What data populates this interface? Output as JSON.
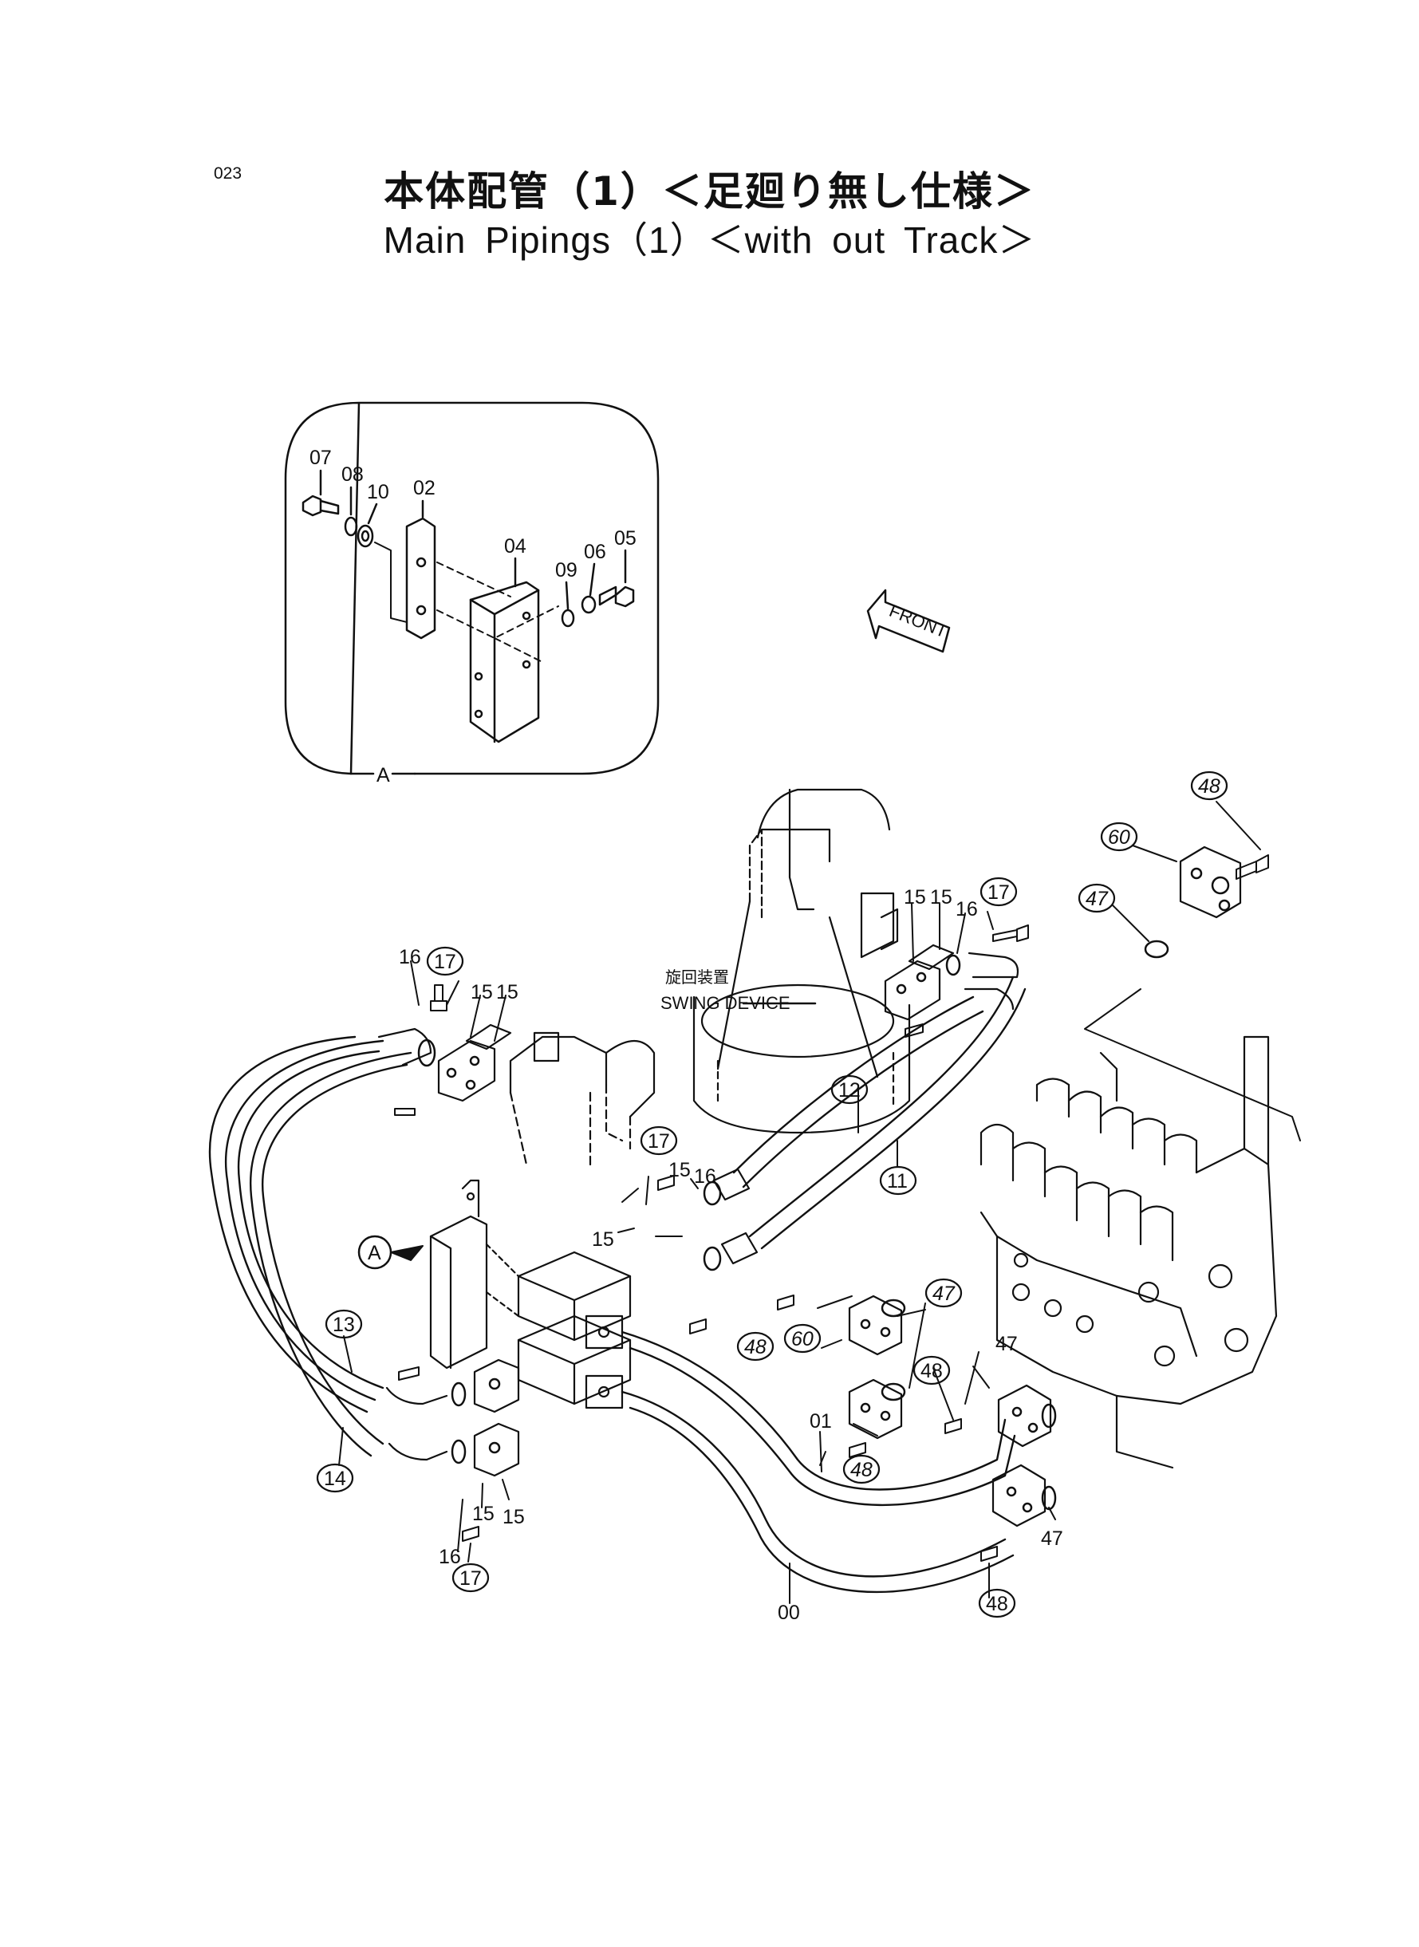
{
  "page_number": "023",
  "title_jp": "本体配管（1）＜足廻り無し仕様＞",
  "title_en": "Main Pipings（1）＜with out Track＞",
  "detail_view": {
    "name": "A",
    "labels": [
      "07",
      "08",
      "10",
      "02",
      "04",
      "09",
      "06",
      "05"
    ]
  },
  "front_label": "FRONT",
  "swing_device_jp": "旋回装置",
  "swing_device_en": "SWING DEVICE",
  "callout_A": "A",
  "parts": {
    "p00": "00",
    "p01": "01",
    "p11": "11",
    "p12": "12",
    "p13": "13",
    "p14": "14",
    "p15": "15",
    "p16": "16",
    "p17": "17",
    "p47": "47",
    "p48": "48",
    "p60": "60"
  },
  "colors": {
    "line": "#111111",
    "background": "#ffffff"
  }
}
